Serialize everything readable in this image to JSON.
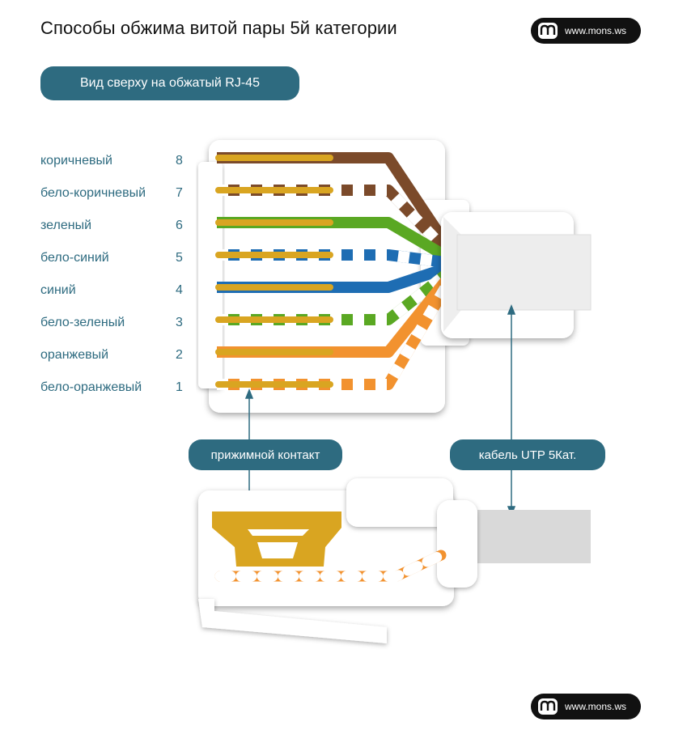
{
  "title": "Способы обжима витой пары 5й категории",
  "watermark": {
    "text": "www.mons.ws",
    "logo_icon": "mons-logo"
  },
  "header_pill": "Вид сверху на обжатый RJ-45",
  "wires": [
    {
      "label": "коричневый",
      "number": "8",
      "color": "#7b4a2a",
      "striped": false
    },
    {
      "label": "бело-коричневый",
      "number": "7",
      "color": "#7b4a2a",
      "striped": true
    },
    {
      "label": "зеленый",
      "number": "6",
      "color": "#5aa823",
      "striped": false
    },
    {
      "label": "бело-синий",
      "number": "5",
      "color": "#1e6db3",
      "striped": true
    },
    {
      "label": "синий",
      "number": "4",
      "color": "#1e6db3",
      "striped": false
    },
    {
      "label": "бело-зеленый",
      "number": "3",
      "color": "#5aa823",
      "striped": true
    },
    {
      "label": "оранжевый",
      "number": "2",
      "color": "#f2922f",
      "striped": false
    },
    {
      "label": "бело-оранжевый",
      "number": "1",
      "color": "#f2922f",
      "striped": true
    }
  ],
  "callouts": {
    "contact": "прижимной контакт",
    "cable": "кабель UTP 5Кат."
  },
  "colors": {
    "accent": "#2e6b80",
    "contact_gold": "#d9a521",
    "cable_gray": "#d9d9d9"
  }
}
